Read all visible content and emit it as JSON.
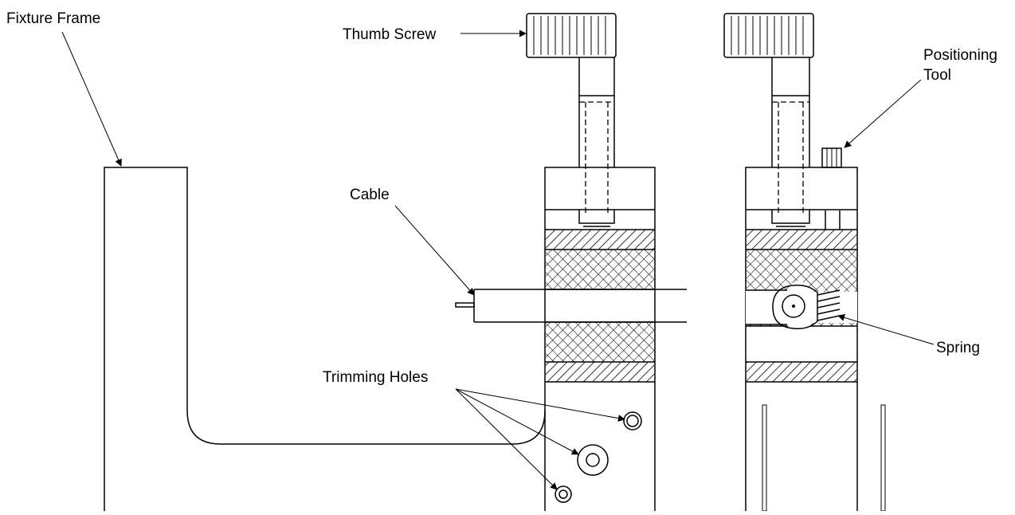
{
  "diagram": {
    "labels": {
      "fixture_frame": "Fixture Frame",
      "thumb_screw": "Thumb Screw",
      "positioning_tool_line1": "Positioning",
      "positioning_tool_line2": "Tool",
      "cable": "Cable",
      "spring": "Spring",
      "trimming_holes": "Trimming Holes"
    }
  }
}
